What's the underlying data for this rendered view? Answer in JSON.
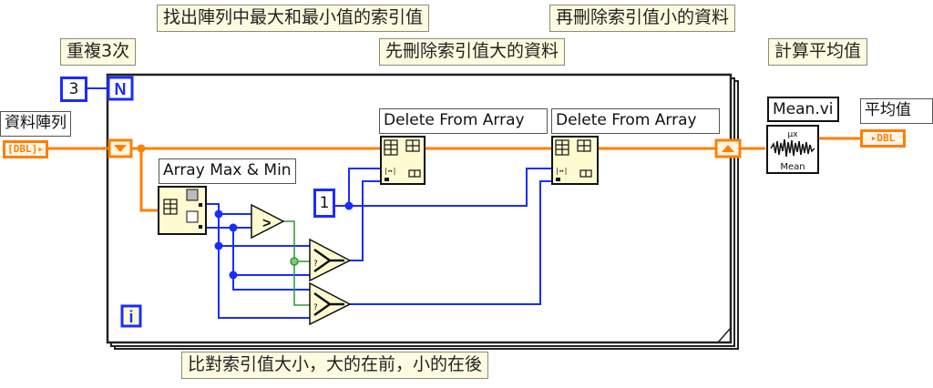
{
  "notes": {
    "find_max_min_index": "找出陣列中最大和最小值的索引值",
    "repeat": "重複3次",
    "delete_large_first": "先刪除索引值大的資料",
    "delete_small_next": "再刪除索引值小的資料",
    "compute_mean": "計算平均值",
    "compare_order": "比對索引值大小，大的在前，小的在後"
  },
  "controls": {
    "input_array_label": "資料陣列",
    "input_array_type": "DBL",
    "output_mean_label": "平均值",
    "output_mean_type": "DBL"
  },
  "loop": {
    "count_constant": "3",
    "count_terminal": "N",
    "iteration_terminal": "i"
  },
  "nodes": {
    "array_max_min": "Array Max & Min",
    "delete_from_array_1": "Delete From Array",
    "delete_from_array_2": "Delete From Array",
    "length_constant": "1",
    "mean_vi": "Mean.vi",
    "mean_icon_top": "μx",
    "mean_icon_bottom": "Mean",
    "greater_symbol": ">"
  },
  "colors": {
    "array_wire": "#ff7f00",
    "numeric_wire": "#1a2cff",
    "boolean_wire": "#2e9a2e",
    "node_fill": "#fffbd0",
    "note_fill": "#fffbe0"
  }
}
